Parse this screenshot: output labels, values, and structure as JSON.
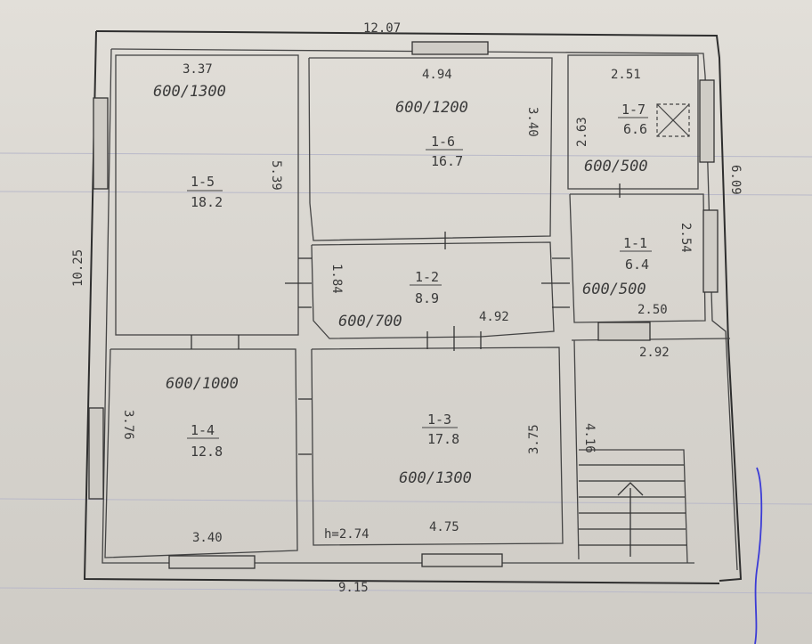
{
  "plan": {
    "overall": {
      "top_width": "12.07",
      "left_height": "10.25",
      "right_height": "6.09",
      "bottom_width": "9.15",
      "porch_width": "2.92"
    },
    "rooms": [
      {
        "id": "1-5",
        "area": "18.2",
        "ceiling": "600/1300",
        "dim_w": "3.37",
        "dim_h": "5.39"
      },
      {
        "id": "1-6",
        "area": "16.7",
        "ceiling": "600/1200",
        "dim_w": "4.94",
        "dim_h": "3.40"
      },
      {
        "id": "1-7",
        "area": "6.6",
        "ceiling": "600/500",
        "dim_w": "2.51",
        "dim_h": "2.63"
      },
      {
        "id": "1-1",
        "area": "6.4",
        "ceiling": "600/500",
        "dim_w": "2.50",
        "dim_h": "2.54"
      },
      {
        "id": "1-2",
        "area": "8.9",
        "ceiling": "600/700",
        "dim_w": "4.92",
        "dim_h": "1.84"
      },
      {
        "id": "1-4",
        "area": "12.8",
        "ceiling": "600/1000",
        "dim_w": "3.40",
        "dim_h": "3.76"
      },
      {
        "id": "1-3",
        "area": "17.8",
        "ceiling": "600/1300",
        "dim_w": "4.75",
        "dim_h": "3.75",
        "height": "h=2.74"
      }
    ],
    "stair_dim": "4.16"
  }
}
